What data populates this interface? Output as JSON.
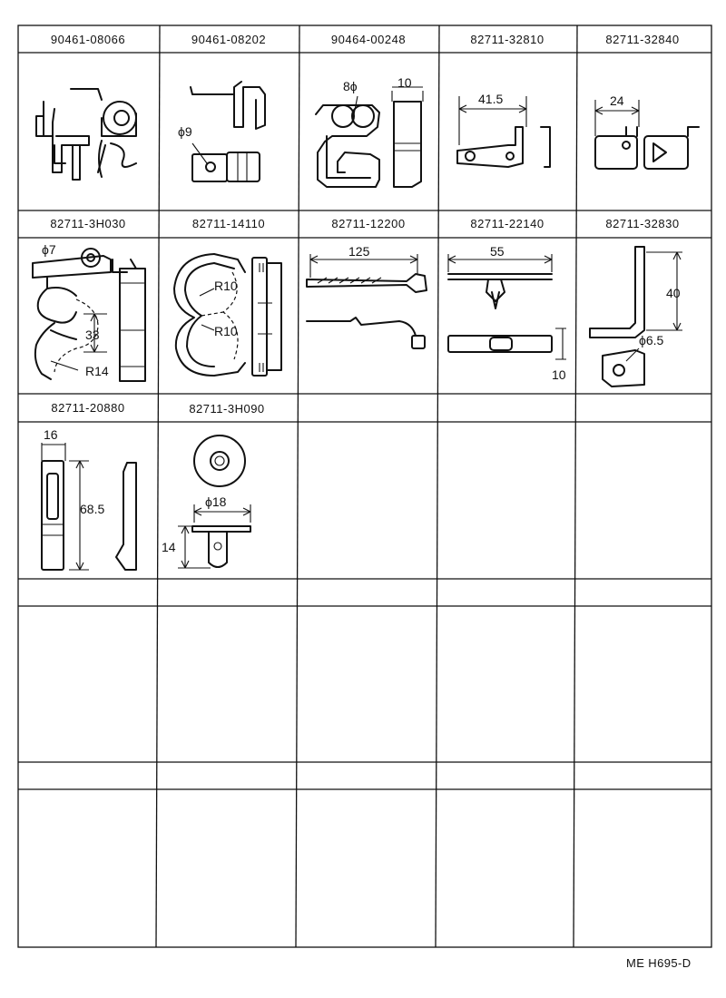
{
  "parts": [
    {
      "part_no": "90461-08066",
      "icon": "wire-clip-bracket",
      "dims": []
    },
    {
      "part_no": "90461-08202",
      "icon": "hose-clamp-clip",
      "dims": [
        "ϕ9"
      ]
    },
    {
      "part_no": "90464-00248",
      "icon": "double-hole-clamp",
      "dims": [
        "8ϕ",
        "10"
      ]
    },
    {
      "part_no": "82711-32810",
      "icon": "flat-bracket-clip",
      "dims": [
        "41.5"
      ]
    },
    {
      "part_no": "82711-32840",
      "icon": "tab-bracket-clip",
      "dims": [
        "24"
      ]
    },
    {
      "part_no": "82711-3H030",
      "icon": "cable-clip-with-stud",
      "dims": [
        "ϕ7",
        "33",
        "R14"
      ]
    },
    {
      "part_no": "82711-14110",
      "icon": "twin-loop-clamp",
      "dims": [
        "R10",
        "R10"
      ]
    },
    {
      "part_no": "82711-12200",
      "icon": "cable-tie-band",
      "dims": [
        "125"
      ]
    },
    {
      "part_no": "82711-22140",
      "icon": "push-pin-clip",
      "dims": [
        "55",
        "10"
      ]
    },
    {
      "part_no": "82711-32830",
      "icon": "angle-bracket",
      "dims": [
        "40",
        "ϕ6.5"
      ]
    },
    {
      "part_no": "82711-20880",
      "icon": "wire-retainer-strip",
      "dims": [
        "16",
        "68.5"
      ]
    },
    {
      "part_no": "82711-3H090",
      "icon": "round-push-clip",
      "dims": [
        "ϕ18",
        "14"
      ]
    }
  ],
  "drawing_code": "ME H695-D"
}
